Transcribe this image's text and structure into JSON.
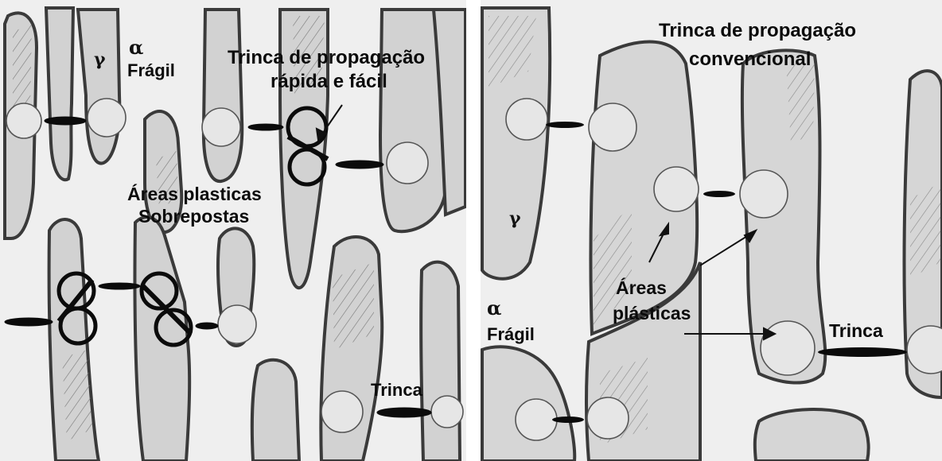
{
  "left": {
    "gamma": "γ",
    "alpha": "α",
    "fragil": "Frágil",
    "crack_title_line1": "Trinca de propagação",
    "crack_title_line2": "rápida e fácil",
    "overlap_line1": "Áreas plasticas",
    "overlap_line2": "Sobrepostas",
    "trinca": "Trinca"
  },
  "right": {
    "crack_title_line1": "Trinca de propagação",
    "crack_title_line2": "convencional",
    "gamma": "γ",
    "alpha": "α",
    "fragil": "Frágil",
    "areas_line1": "Áreas",
    "areas_line2": "plásticas",
    "trinca": "Trinca"
  },
  "colors": {
    "background": "#efefef",
    "grain_fill": "#d2d2d2",
    "grain_edge": "#3a3a3a",
    "ink": "#0b0b0b"
  }
}
